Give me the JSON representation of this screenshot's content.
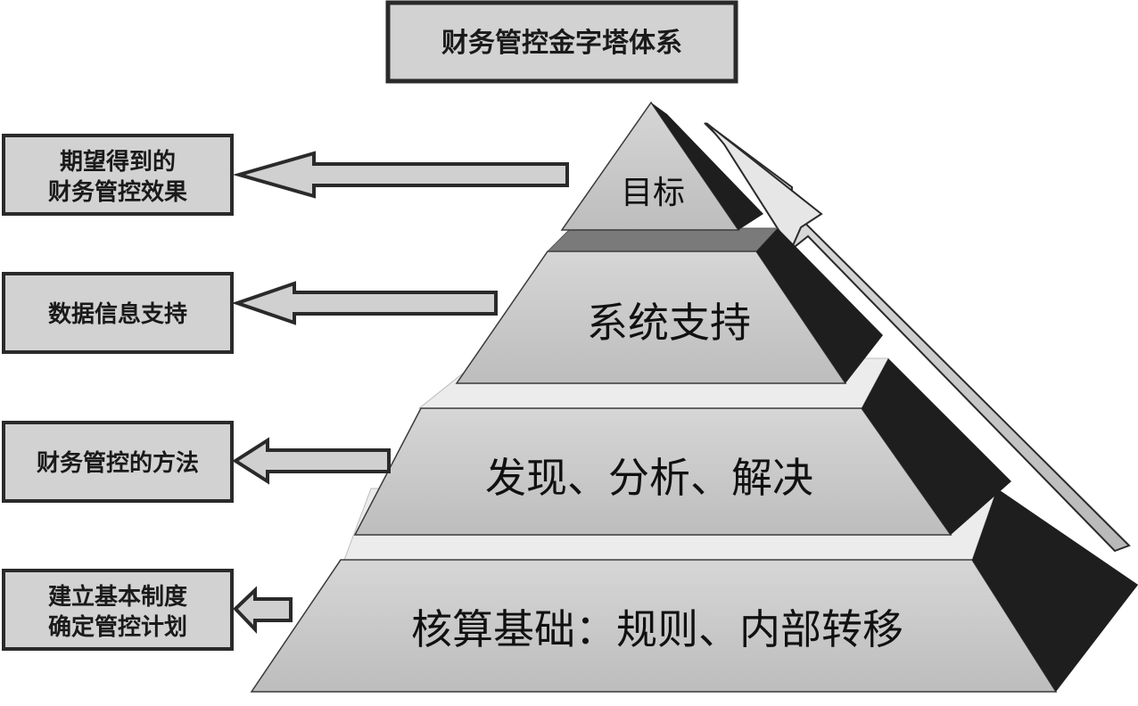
{
  "title": "财务管控金字塔体系",
  "tiers": [
    {
      "label": "目标"
    },
    {
      "label": "系统支持"
    },
    {
      "label": "发现、分析、解决"
    },
    {
      "label": "核算基础：规则、内部转移"
    }
  ],
  "side_boxes": [
    {
      "lines": [
        "期望得到的",
        "财务管控效果"
      ]
    },
    {
      "lines": [
        "数据信息支持"
      ]
    },
    {
      "lines": [
        "财务管控的方法"
      ]
    },
    {
      "lines": [
        "建立基本制度",
        "确定管控计划"
      ]
    }
  ],
  "colors": {
    "front_face": "#c8c8c8",
    "side_face": "#1e1e1e",
    "top_ledge": "#ececec",
    "top_ledge_dark": "#7a7a7a",
    "box_fill": "#d2d2d2",
    "arrow_fill": "#d0d0d0",
    "stroke": "#2a2a2a"
  }
}
